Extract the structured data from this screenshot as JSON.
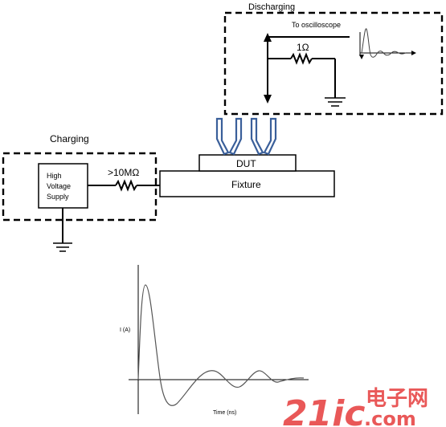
{
  "charging": {
    "title": "Charging"
  },
  "discharging": {
    "title": "Discharging",
    "probe_label": "To oscilloscope"
  },
  "supply": {
    "line1": "High",
    "line2": "Voltage",
    "line3": "Supply"
  },
  "resistor_charge": {
    "label": ">10MΩ"
  },
  "resistor_discharge": {
    "label": "1Ω"
  },
  "dut": {
    "label": "DUT"
  },
  "fixture": {
    "label": "Fixture"
  },
  "waveform": {
    "ylabel": "I (A)",
    "xlabel": "Time (ns)"
  },
  "watermark": {
    "text": "21ic",
    "cjk": "电子网",
    "domain": ".com"
  },
  "colors": {
    "pin": "#3a5f9a",
    "line": "#000000",
    "curve": "#555555",
    "watermark": "#e63c3c"
  }
}
